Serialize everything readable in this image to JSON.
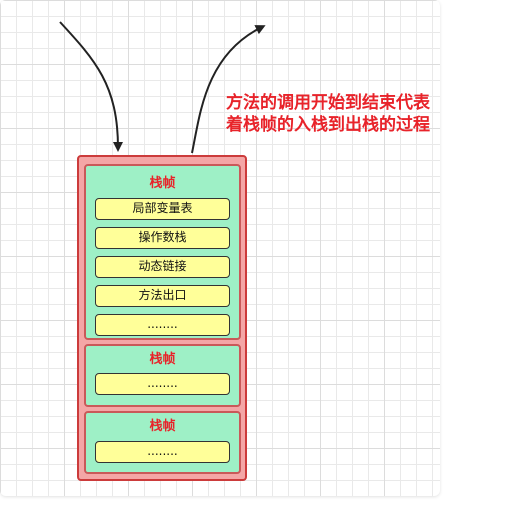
{
  "caption": {
    "line1": "方法的调用开始到结束代表",
    "line2": "着栈帧的入栈到出栈的过程"
  },
  "frames": [
    {
      "title": "栈帧",
      "slots": [
        "局部变量表",
        "操作数栈",
        "动态链接",
        "方法出口",
        "........"
      ]
    },
    {
      "title": "栈帧",
      "slots": [
        "........"
      ]
    },
    {
      "title": "栈帧",
      "slots": [
        "........"
      ]
    }
  ],
  "colors": {
    "stack_fill": "#f4a6a6",
    "stack_border": "#cc3b3b",
    "frame_fill": "#9ef0c6",
    "slot_fill": "#ffff99",
    "caption_text": "#e8232a"
  },
  "arrows": [
    {
      "name": "push-arrow",
      "direction": "into-stack"
    },
    {
      "name": "pop-arrow",
      "direction": "out-of-stack"
    }
  ]
}
